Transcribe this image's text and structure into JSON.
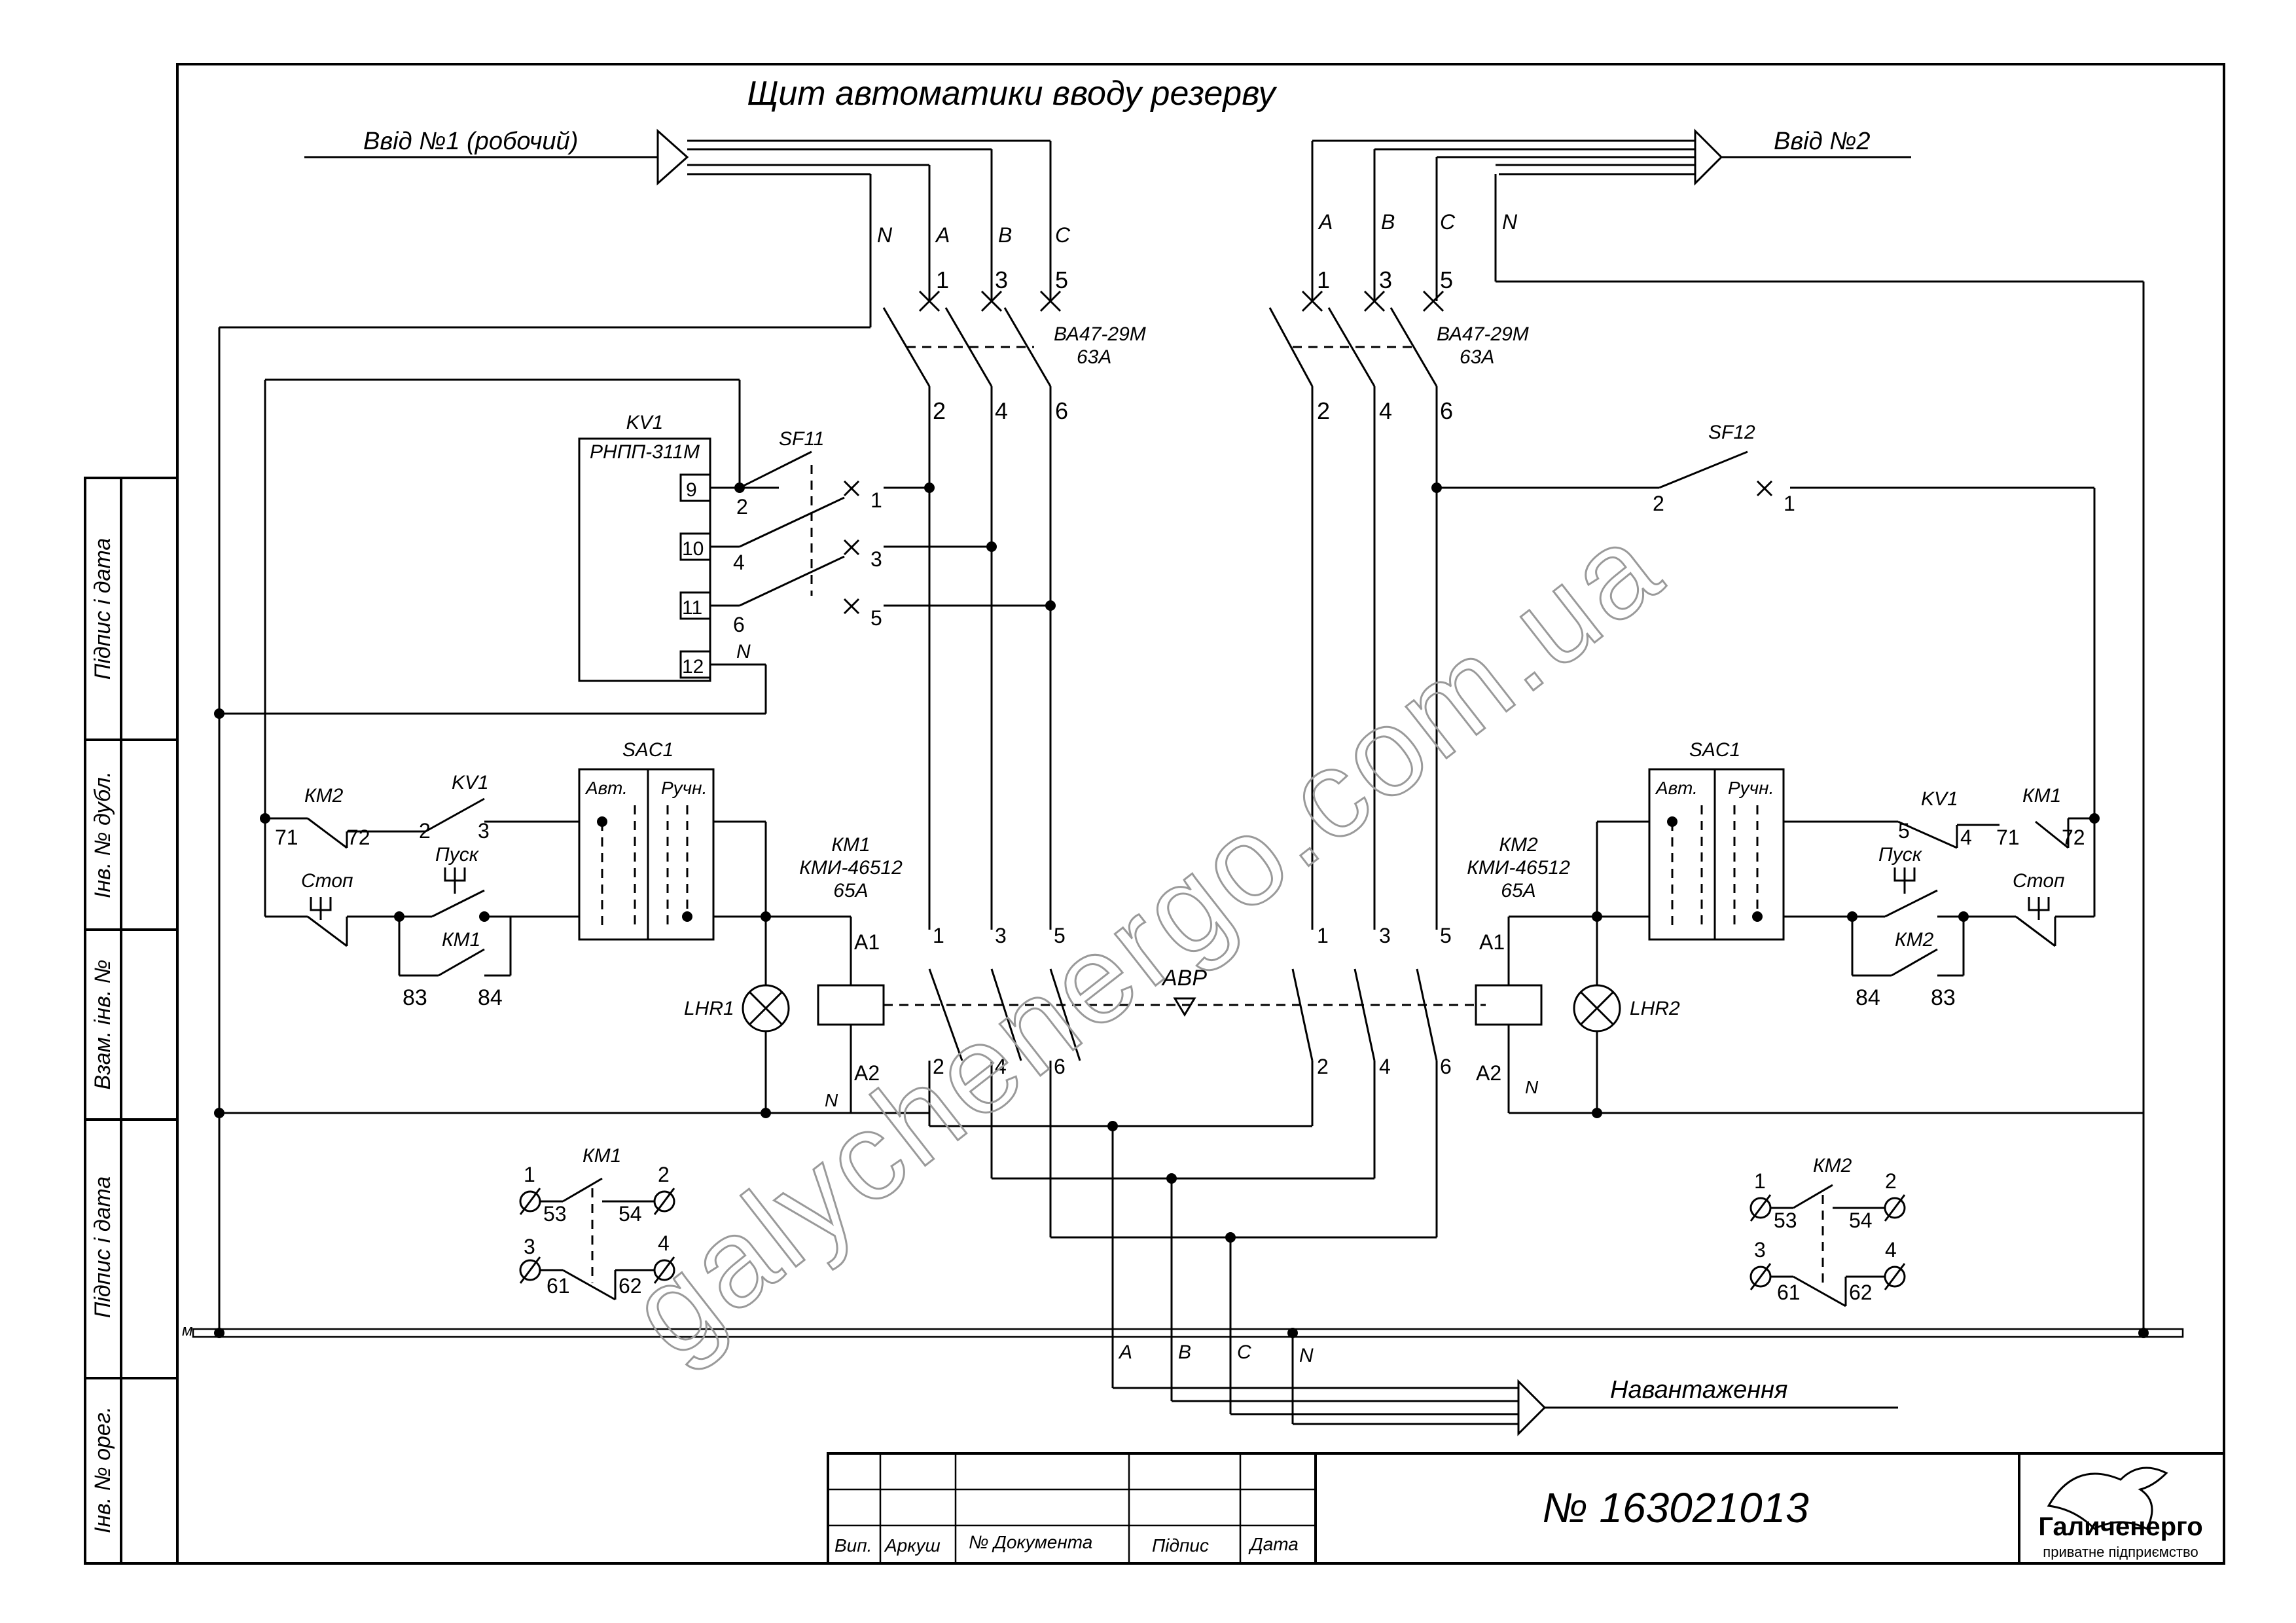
{
  "title": "Щит автоматики вводу резерву",
  "inputs": {
    "input1": "Ввід №1 (робочий)",
    "input2": "Ввід №2",
    "load": "Навантаження"
  },
  "phases": {
    "a": "A",
    "b": "B",
    "c": "C",
    "n": "N",
    "bus": "м"
  },
  "terminals": [
    "1",
    "2",
    "3",
    "4",
    "5",
    "6",
    "9",
    "10",
    "11",
    "12",
    "71",
    "72",
    "83",
    "84",
    "53",
    "54",
    "61",
    "62",
    "A1",
    "A2"
  ],
  "breakers": {
    "qf1": {
      "model": "ВА47-29М",
      "rating": "63А"
    },
    "qf2": {
      "model": "ВА47-29М",
      "rating": "63А"
    },
    "sf11": "SF11",
    "sf12": "SF12"
  },
  "relay": {
    "tag": "KV1",
    "model": "РНПП-311М"
  },
  "selector": {
    "tag": "SAC1",
    "auto": "Авт.",
    "manual": "Ручн."
  },
  "contactors": {
    "km1": {
      "tag": "КМ1",
      "model": "КМИ-46512",
      "rating": "65А"
    },
    "km2": {
      "tag": "КМ2",
      "model": "КМИ-46512",
      "rating": "65А"
    }
  },
  "controls": {
    "stop": "Стоп",
    "start": "Пуск",
    "kv1": "KV1",
    "km1": "КМ1",
    "km2": "КМ2"
  },
  "lamps": {
    "lhr1": "LHR1",
    "lhr2": "LHR2"
  },
  "avr": "АВР",
  "side_stamps": [
    "Підпис і дата",
    "Інв. № дубл.",
    "Взам. інв. №",
    "Підпис і дата",
    "Інв. № орег."
  ],
  "title_block": {
    "columns": [
      "Вип.",
      "Аркуш",
      "№ Документа",
      "Підпис",
      "Дата"
    ],
    "doc_number": "№ 163021013",
    "company": "Галиченерго",
    "company_sub": "приватне підприємство"
  },
  "watermark": "galychenergo.com.ua"
}
